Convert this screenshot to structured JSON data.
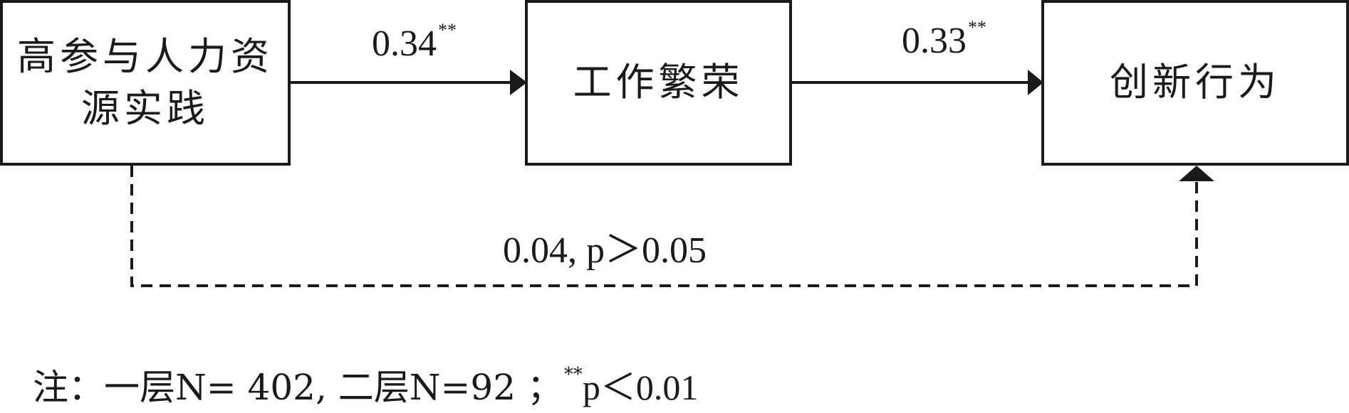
{
  "nodes": {
    "hr_practices": "高参与人力资源实践",
    "work_thriving": "工作繁荣",
    "innovation": "创新行为"
  },
  "paths": {
    "a_coef": "0.34",
    "a_sig": "**",
    "b_coef": "0.33",
    "b_sig": "**",
    "direct_label": "0.04, p＞0.05"
  },
  "note": {
    "prefix": "注：一层N= 402, 二层N=92 ；",
    "sig_mark": "**",
    "sig_text": "p＜0.01"
  },
  "colors": {
    "stroke": "#1a1a1a",
    "background": "#ffffff"
  }
}
